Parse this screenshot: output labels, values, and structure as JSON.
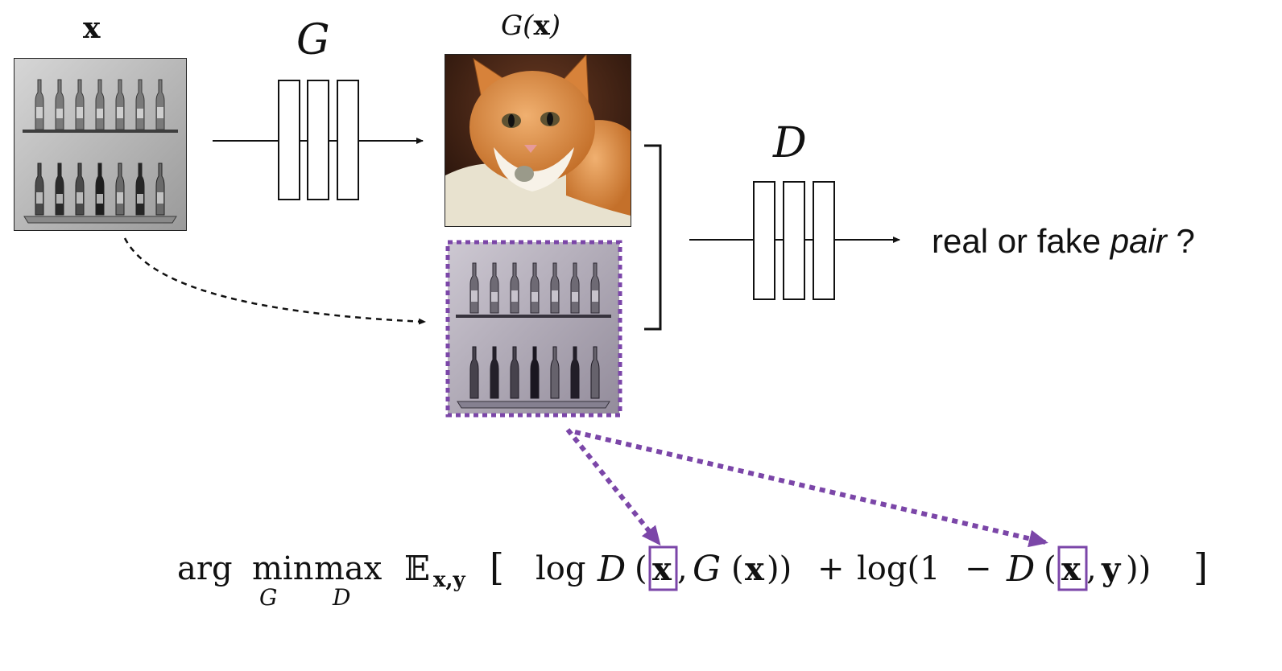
{
  "labels": {
    "input": "x",
    "generator": "G",
    "generated": {
      "fn": "G",
      "arg": "x"
    },
    "discriminator": "D",
    "question_prefix": "real or fake ",
    "question_emph": "pair",
    "question_suffix": "?"
  },
  "formula": {
    "argop": "arg",
    "min": "min",
    "min_sub": "G",
    "max": "max",
    "max_sub": "D",
    "expect": "𝔼",
    "expect_sub": "x,y",
    "open_bracket": "[",
    "log1": "log",
    "D1": "D",
    "x1": "x",
    "G": "G",
    "gx_arg": "x",
    "plus": "+",
    "log2": "log(1",
    "minus": "−",
    "D2": "D",
    "x2": "x",
    "y": "y",
    "close_bracket": "]"
  },
  "colors": {
    "accent_purple": "#7b46a8",
    "line": "#111111",
    "photo_gray": "#b8b8b8",
    "cat_orange": "#d98a3a"
  },
  "icons": {
    "input_image": "bottles-photo",
    "generated_image": "cat-photo",
    "paired_image": "bottles-photo"
  }
}
